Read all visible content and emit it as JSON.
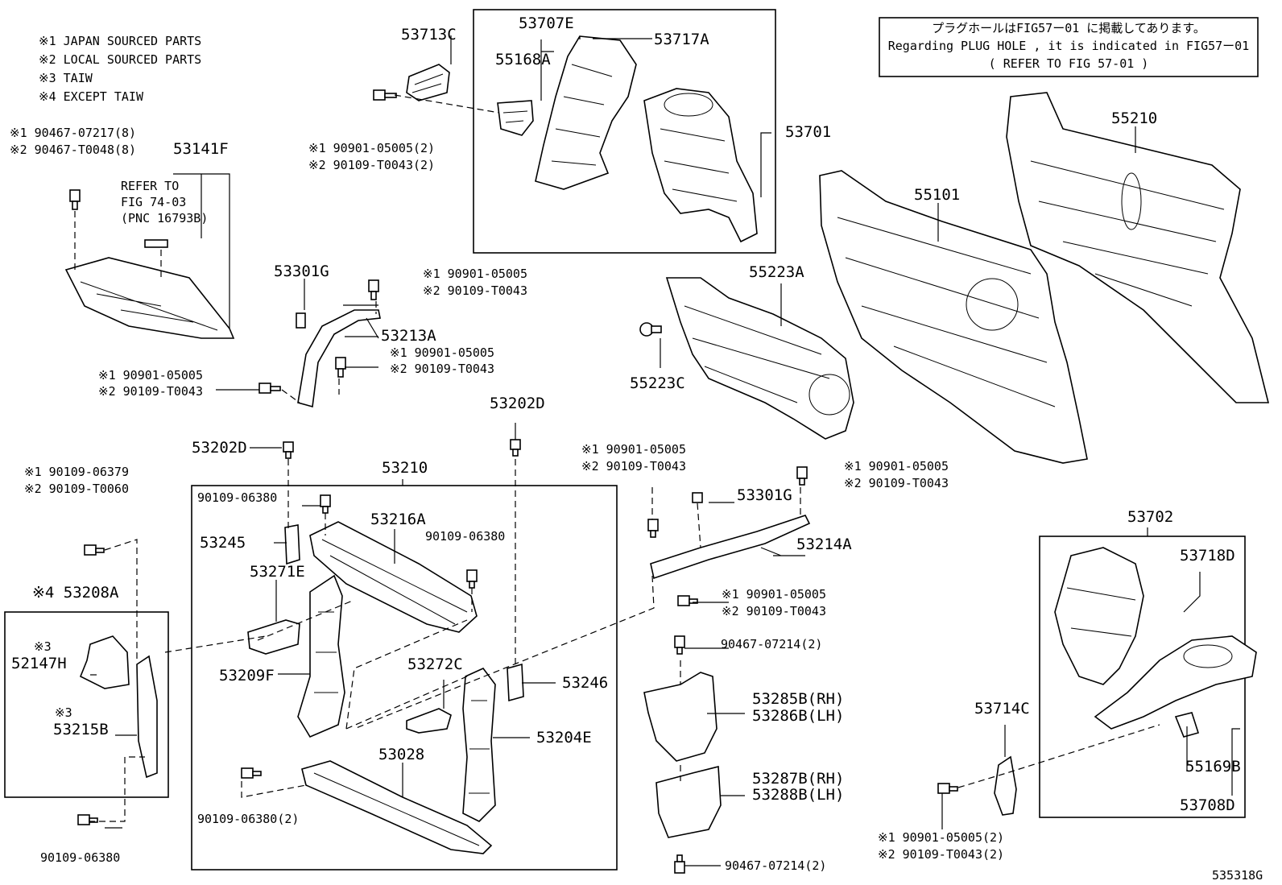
{
  "legend": {
    "j1": "※1 JAPAN SOURCED PARTS",
    "j2": "※2 LOCAL SOURCED PARTS",
    "j3": "※3 TAIW",
    "j4": "※4 EXCEPT TAIW"
  },
  "plug_note": {
    "jp": "プラグホールはFIG57ー01 に掲載してあります。",
    "en": "Regarding  PLUG HOLE , it is indicated in FIG57ー01",
    "ref": "(   REFER TO FIG 57-01   )"
  },
  "refer_note": {
    "l1": "REFER TO",
    "l2": "FIG 74-03",
    "l3": "(PNC 16793B)"
  },
  "labels": {
    "p53713C": "53713C",
    "p53707E": "53707E",
    "p53717A": "53717A",
    "p55168A": "55168A",
    "p53701": "53701",
    "p53141F": "53141F",
    "p90467_07217": "※1 90467-07217(8)",
    "p90467_T0048": "※2 90467-T0048(8)",
    "top_bolt_1": "※1 90901-05005(2)",
    "top_bolt_2": "※2 90109-T0043(2)",
    "p55210": "55210",
    "p55101": "55101",
    "p55223A": "55223A",
    "p55223C": "55223C",
    "p53301G_a": "53301G",
    "p53213A": "53213A",
    "b1_a": "※1 90901-05005",
    "b1_b": "※2 90109-T0043",
    "b2_a": "※1 90901-05005",
    "b2_b": "※2 90109-T0043",
    "b3_a": "※1 90901-05005",
    "b3_b": "※2 90109-T0043",
    "p53202D_a": "53202D",
    "p53202D_b": "53202D",
    "p53210": "53210",
    "p90109_06379": "※1 90109-06379",
    "p90109_T0060": "※2 90109-T0060",
    "p90109_06380_a": "90109-06380",
    "p53216A": "53216A",
    "p90109_06380_b": "90109-06380",
    "p53245": "53245",
    "p53271E": "53271E",
    "p53208A": "※4 53208A",
    "j3_a": "※3",
    "p52147H": "52147H",
    "j3_b": "※3",
    "p53215B": "53215B",
    "p53209F": "53209F",
    "p53272C": "53272C",
    "p53246": "53246",
    "p53204E": "53204E",
    "p53028": "53028",
    "p90109_06380_2": "90109-06380(2)",
    "p90109_06380_c": "90109-06380",
    "b4_a": "※1 90901-05005",
    "b4_b": "※2 90109-T0043",
    "b5_a": "※1 90901-05005",
    "b5_b": "※2 90109-T0043",
    "p53301G_b": "53301G",
    "p53214A": "53214A",
    "b6_a": "※1 90901-05005",
    "b6_b": "※2 90109-T0043",
    "p90467_07214_a": "90467-07214(2)",
    "p53285B": "53285B(RH)",
    "p53286B": "53286B(LH)",
    "p53287B": "53287B(RH)",
    "p53288B": "53288B(LH)",
    "p90467_07214_b": "90467-07214(2)",
    "p53702": "53702",
    "p53718D": "53718D",
    "p53714C": "53714C",
    "p55169B": "55169B",
    "p53708D": "53708D",
    "b7_a": "※1 90901-05005(2)",
    "b7_b": "※2 90109-T0043(2)",
    "figure_code": "535318G"
  }
}
